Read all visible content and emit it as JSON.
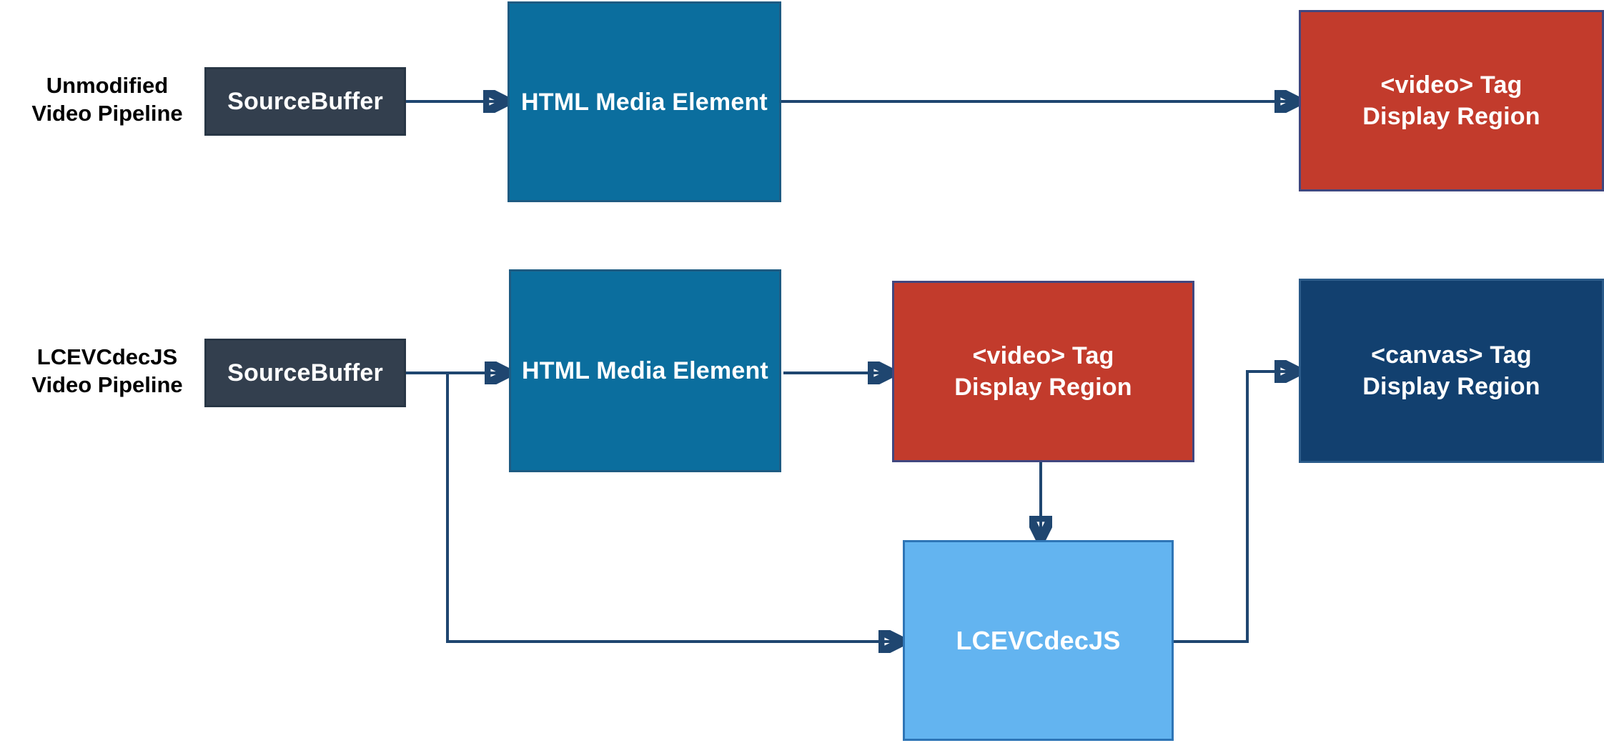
{
  "diagram": {
    "rows": [
      {
        "label": {
          "line1": "Unmodified",
          "line2": "Video Pipeline"
        },
        "nodes": {
          "source_buffer": {
            "label": "SourceBuffer"
          },
          "html_media_element": {
            "label": "HTML Media Element"
          },
          "video_tag": {
            "line1": "<video> Tag",
            "line2": "Display Region"
          }
        }
      },
      {
        "label": {
          "line1": "LCEVCdecJS",
          "line2": "Video Pipeline"
        },
        "nodes": {
          "source_buffer": {
            "label": "SourceBuffer"
          },
          "html_media_element": {
            "label": "HTML Media Element"
          },
          "video_tag": {
            "line1": "<video> Tag",
            "line2": "Display Region"
          },
          "lcevc_decoder": {
            "label": "LCEVCdecJS"
          },
          "canvas_tag": {
            "line1": "<canvas> Tag",
            "line2": "Display Region"
          }
        }
      }
    ],
    "colors": {
      "source_buffer_fill": "#333F4E",
      "html_media_fill": "#0B6E9E",
      "video_tag_fill": "#C23B2C",
      "canvas_tag_fill": "#12406F",
      "lcevc_fill": "#63B4F0",
      "connector": "#1F4670",
      "node_text": "#FFFFFF",
      "label_text": "#000000",
      "background": "#FFFFFF"
    }
  }
}
